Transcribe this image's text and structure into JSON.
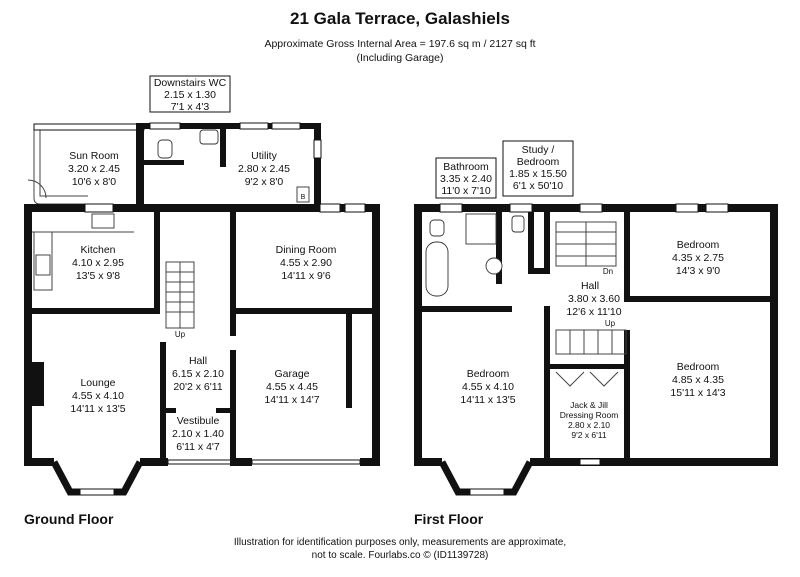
{
  "header": {
    "title": "21 Gala Terrace, Galashiels",
    "area_line": "Approximate Gross Internal Area = 197.6 sq m / 2127 sq ft",
    "garage_note": "(Including Garage)"
  },
  "floors": {
    "ground": "Ground Floor",
    "first": "First Floor"
  },
  "rooms": {
    "wc": {
      "name": "Downstairs WC",
      "metric": "2.15 x 1.30",
      "imperial": "7'1 x 4'3"
    },
    "sun": {
      "name": "Sun Room",
      "metric": "3.20 x 2.45",
      "imperial": "10'6 x 8'0"
    },
    "utility": {
      "name": "Utility",
      "metric": "2.80 x 2.45",
      "imperial": "9'2 x 8'0"
    },
    "kitchen": {
      "name": "Kitchen",
      "metric": "4.10 x 2.95",
      "imperial": "13'5 x 9'8"
    },
    "dining": {
      "name": "Dining Room",
      "metric": "4.55 x 2.90",
      "imperial": "14'11 x 9'6"
    },
    "lounge": {
      "name": "Lounge",
      "metric": "4.55 x 4.10",
      "imperial": "14'11 x 13'5"
    },
    "hall_g": {
      "name": "Hall",
      "metric": "6.15 x 2.10",
      "imperial": "20'2 x 6'11"
    },
    "garage": {
      "name": "Garage",
      "metric": "4.55 x 4.45",
      "imperial": "14'11 x 14'7"
    },
    "vestibule": {
      "name": "Vestibule",
      "metric": "2.10 x 1.40",
      "imperial": "6'11 x 4'7"
    },
    "bathroom": {
      "name": "Bathroom",
      "metric": "3.35 x 2.40",
      "imperial": "11'0 x 7'10"
    },
    "study": {
      "name1": "Study /",
      "name2": "Bedroom",
      "metric": "1.85 x 15.50",
      "imperial": "6'1 x 50'10"
    },
    "bed1": {
      "name": "Bedroom",
      "metric": "4.35 x 2.75",
      "imperial": "14'3 x 9'0"
    },
    "hall_f": {
      "name": "Hall",
      "metric": "3.80 x 3.60",
      "imperial": "12'6 x 11'10"
    },
    "bed2": {
      "name": "Bedroom",
      "metric": "4.55 x 4.10",
      "imperial": "14'11 x 13'5"
    },
    "bed3": {
      "name": "Bedroom",
      "metric": "4.85 x 4.35",
      "imperial": "15'11 x 14'3"
    },
    "dressing": {
      "name1": "Jack & Jill",
      "name2": "Dressing Room",
      "metric": "2.80 x 2.10",
      "imperial": "9'2 x 6'11"
    }
  },
  "stairs": {
    "up_ground": "Up",
    "up_first": "Up",
    "down_first": "Dn"
  },
  "fixtures": {
    "boiler": "B"
  },
  "footer": {
    "line1": "Illustration for identification purposes only, measurements are approximate,",
    "line2": "not to scale. Fourlabs.co © (ID1139728)"
  }
}
